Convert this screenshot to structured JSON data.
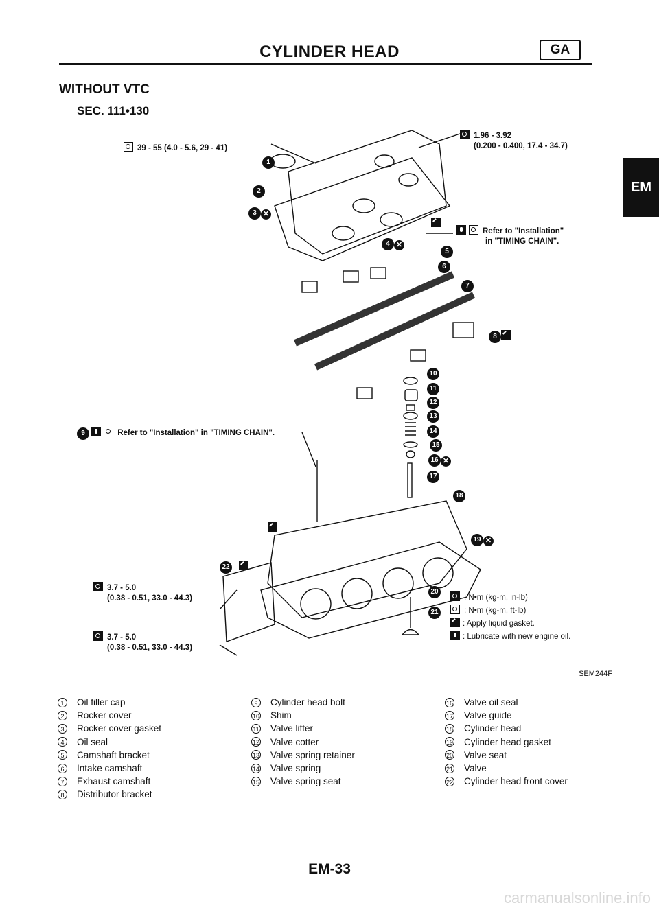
{
  "header": {
    "title": "CYLINDER HEAD",
    "badge": "GA"
  },
  "side_tab": "EM",
  "section_title": "WITHOUT VTC",
  "sec_code": "SEC. 111•130",
  "specs": {
    "top_left": "39 - 55 (4.0 - 5.6, 29 - 41)",
    "top_right_line1": "1.96 - 3.92",
    "top_right_line2": "(0.200 - 0.400, 17.4 - 34.7)",
    "ref_right_line1": "Refer to \"Installation\"",
    "ref_right_line2": "in \"TIMING CHAIN\".",
    "ref_left": "Refer to \"Installation\" in \"TIMING CHAIN\".",
    "lower_1_line1": "3.7 - 5.0",
    "lower_1_line2": "(0.38 - 0.51, 33.0 - 44.3)",
    "lower_2_line1": "3.7 - 5.0",
    "lower_2_line2": "(0.38 - 0.51, 33.0 - 44.3)"
  },
  "legend": [
    {
      "icon": "torque-inlb-icon",
      "text": ": N•m (kg-m, in-lb)"
    },
    {
      "icon": "torque-ftlb-icon",
      "text": ": N•m (kg-m, ft-lb)"
    },
    {
      "icon": "liquid-gasket-icon",
      "text": ": Apply liquid gasket."
    },
    {
      "icon": "oil-can-icon",
      "text": ": Lubricate with new engine oil."
    }
  ],
  "figure_code": "SEM244F",
  "callouts": [
    "1",
    "2",
    "3",
    "4",
    "5",
    "6",
    "7",
    "8",
    "9",
    "10",
    "11",
    "12",
    "13",
    "14",
    "15",
    "16",
    "17",
    "18",
    "19",
    "20",
    "21",
    "22"
  ],
  "parts": {
    "col1": [
      {
        "n": "1",
        "label": "Oil filler cap"
      },
      {
        "n": "2",
        "label": "Rocker cover"
      },
      {
        "n": "3",
        "label": "Rocker cover gasket"
      },
      {
        "n": "4",
        "label": "Oil seal"
      },
      {
        "n": "5",
        "label": "Camshaft bracket"
      },
      {
        "n": "6",
        "label": "Intake camshaft"
      },
      {
        "n": "7",
        "label": "Exhaust camshaft"
      },
      {
        "n": "8",
        "label": "Distributor bracket"
      }
    ],
    "col2": [
      {
        "n": "9",
        "label": "Cylinder head bolt"
      },
      {
        "n": "10",
        "label": "Shim"
      },
      {
        "n": "11",
        "label": "Valve lifter"
      },
      {
        "n": "12",
        "label": "Valve cotter"
      },
      {
        "n": "13",
        "label": "Valve spring retainer"
      },
      {
        "n": "14",
        "label": "Valve spring"
      },
      {
        "n": "15",
        "label": "Valve spring seat"
      }
    ],
    "col3": [
      {
        "n": "16",
        "label": "Valve oil seal"
      },
      {
        "n": "17",
        "label": "Valve guide"
      },
      {
        "n": "18",
        "label": "Cylinder head"
      },
      {
        "n": "19",
        "label": "Cylinder head gasket"
      },
      {
        "n": "20",
        "label": "Valve seat"
      },
      {
        "n": "21",
        "label": "Valve"
      },
      {
        "n": "22",
        "label": "Cylinder head front cover"
      }
    ]
  },
  "footer": "EM-33",
  "watermark": "carmanualsonline.info"
}
